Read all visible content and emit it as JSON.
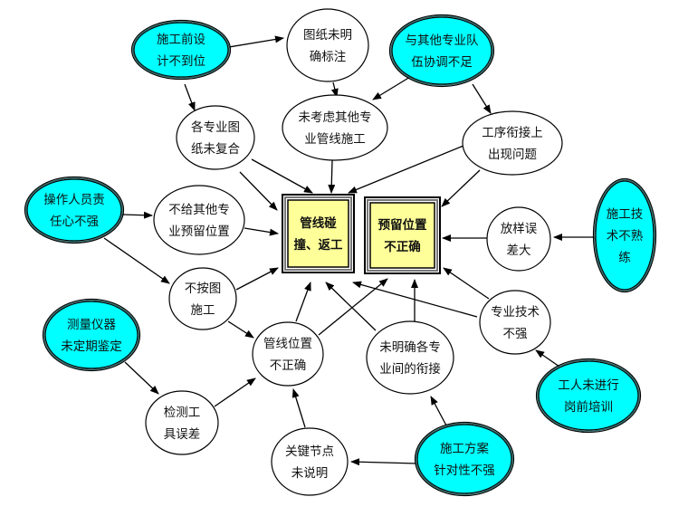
{
  "colors": {
    "cause_fill": "#00FFFF",
    "effect_fill": "#FFFF99",
    "node_fill": "#FFFFFF",
    "stroke": "#000000"
  },
  "effects": {
    "box1": [
      "管线碰",
      "撞、返工"
    ],
    "box2": [
      "预留位置",
      "不正确"
    ]
  },
  "nodes": {
    "n1": [
      "施工前设",
      "计不到位"
    ],
    "n2": [
      "图纸未明",
      "确标注"
    ],
    "n3": [
      "与其他专业队",
      "伍协调不足"
    ],
    "n4": [
      "各专业图",
      "纸未复合"
    ],
    "n5": [
      "未考虑其他专",
      "业管线施工"
    ],
    "n6": [
      "工序衔接上",
      "出现问题"
    ],
    "n7": [
      "操作人员责",
      "任心不强"
    ],
    "n8": [
      "不给其他专",
      "业预留位置"
    ],
    "n9": [
      "放样误",
      "差大"
    ],
    "n10": [
      "施工技",
      "术不熟",
      "练"
    ],
    "n11": [
      "不按图",
      "施工"
    ],
    "n12": [
      "专业技术",
      "不强"
    ],
    "n13": [
      "测量仪器",
      "未定期鉴定"
    ],
    "n14": [
      "管线位置",
      "不正确"
    ],
    "n15": [
      "未明确各专",
      "业间的衔接"
    ],
    "n16": [
      "工人未进行",
      "岗前培训"
    ],
    "n17": [
      "检测工",
      "具误差"
    ],
    "n18": [
      "关键节点",
      "未说明"
    ],
    "n19": [
      "施工方案",
      "针对性不强"
    ]
  }
}
